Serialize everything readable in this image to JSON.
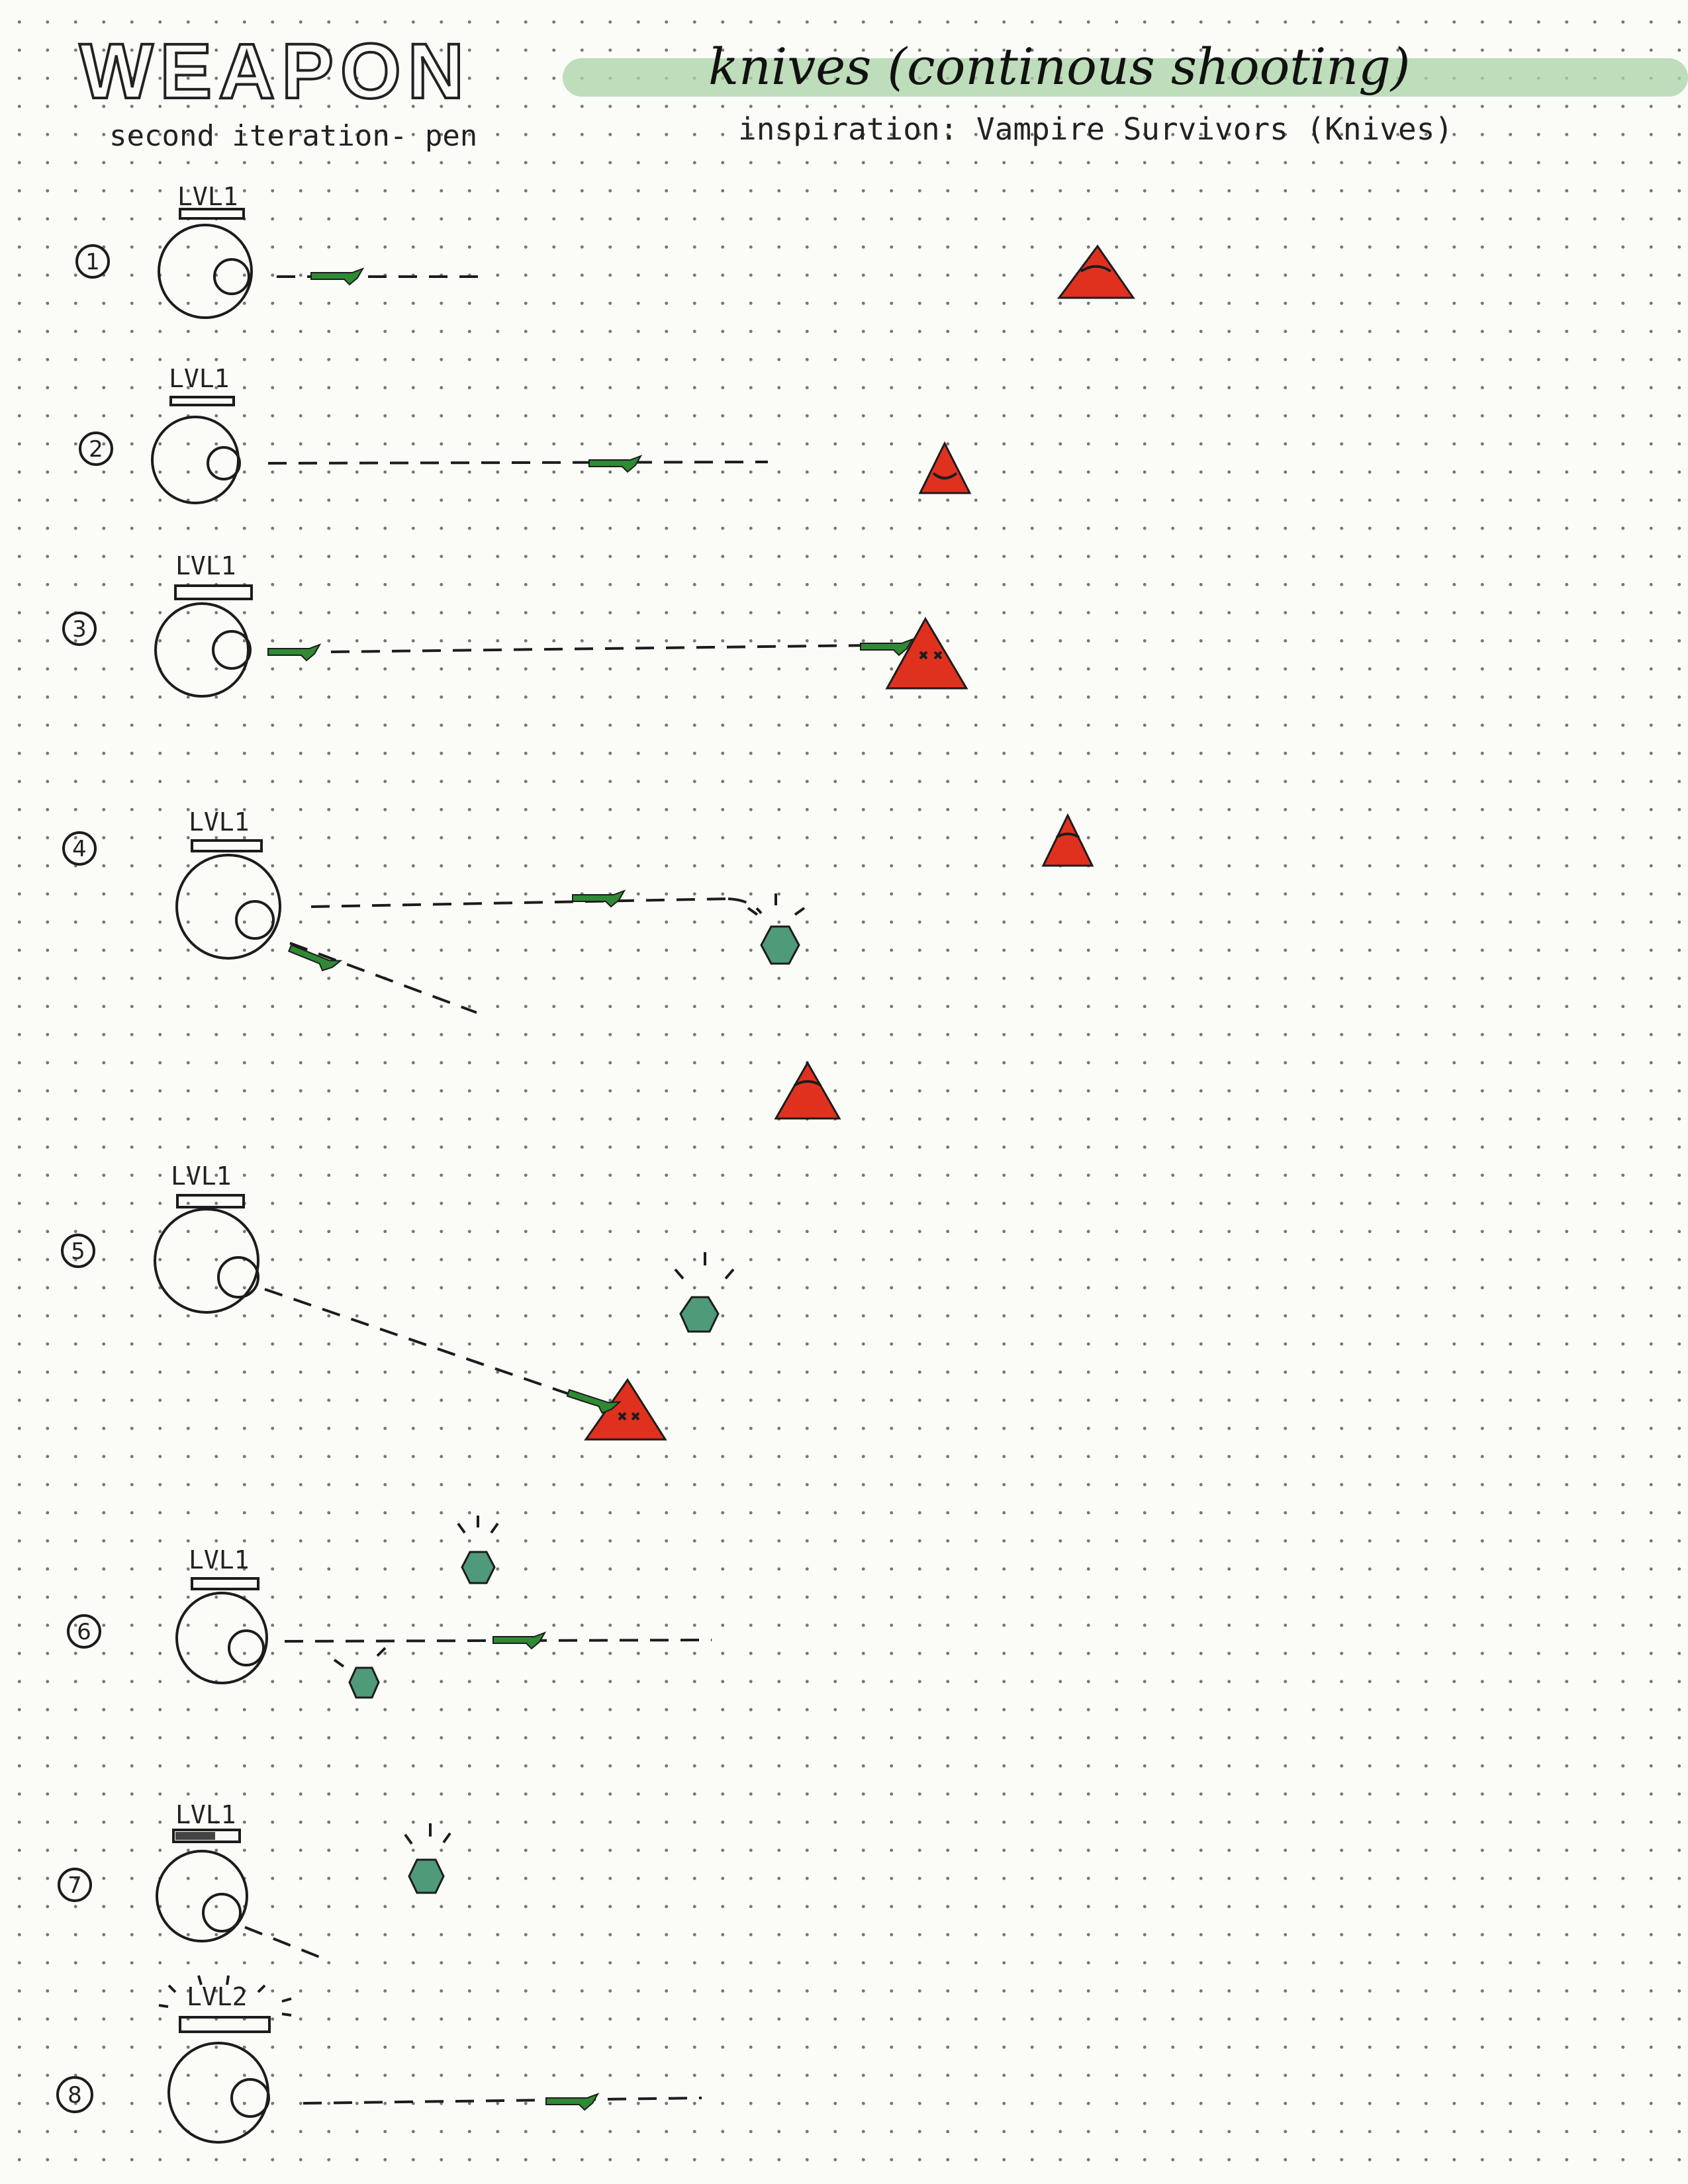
{
  "header": {
    "title": "WEAPON",
    "subtitle": "second iteration- pen",
    "weapon_name": "knives (continous shooting)",
    "inspiration": "inspiration: Vampire Survivors (Knives)"
  },
  "colors": {
    "enemy": "#e0311f",
    "knife": "#2f8a33",
    "gem": "#4f9a78",
    "highlight": "#a9d3a5",
    "ink": "#1c1c1c"
  },
  "frames": [
    {
      "number": "1",
      "level": "LVL1"
    },
    {
      "number": "2",
      "level": "LVL1"
    },
    {
      "number": "3",
      "level": "LVL1"
    },
    {
      "number": "4",
      "level": "LVL1"
    },
    {
      "number": "5",
      "level": "LVL1"
    },
    {
      "number": "6",
      "level": "LVL1"
    },
    {
      "number": "7",
      "level": "LVL1"
    },
    {
      "number": "8",
      "level": "LVL2"
    }
  ]
}
